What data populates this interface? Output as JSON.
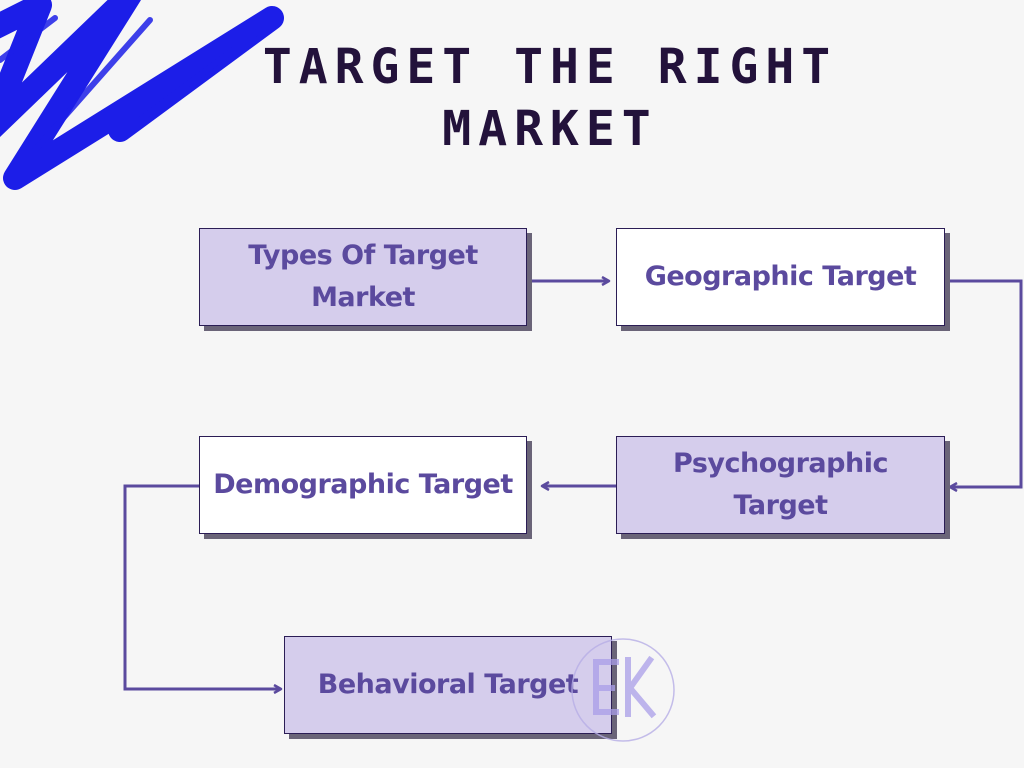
{
  "title_line1": "TARGET THE RIGHT",
  "title_line2": "MARKET",
  "nodes": {
    "types": "Types Of Target Market",
    "geographic": "Geographic Target",
    "psychographic": "Psychographic Target",
    "demographic": "Demographic Target",
    "behavioral": "Behavioral Target"
  },
  "colors": {
    "background": "#f6f6f6",
    "title": "#23123b",
    "node_text": "#5b4a9e",
    "node_fill_lilac": "#d5cdec",
    "node_fill_white": "#ffffff",
    "connector": "#5b4a9e",
    "brush_stroke": "#1c1ee8"
  },
  "watermark": {
    "monogram": "EK"
  }
}
